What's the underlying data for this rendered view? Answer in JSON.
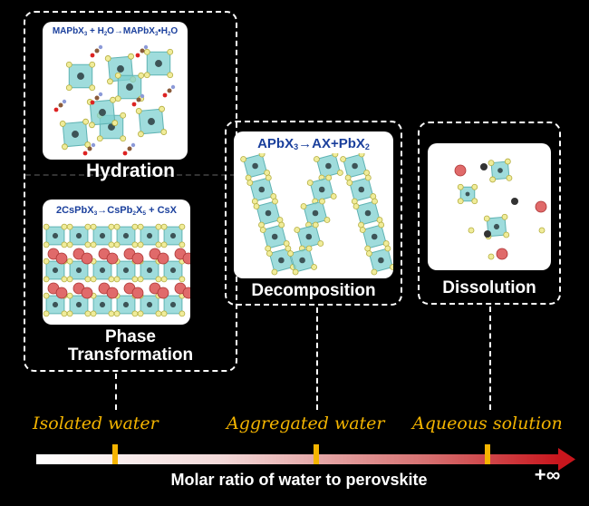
{
  "panels": {
    "hydration": {
      "equation": "MAPbX3 + H2O→MAPbX3•H2O",
      "eq_parts": [
        "MAPbX",
        "3",
        " + H",
        "2",
        "O→MAPbX",
        "3",
        "•H",
        "2",
        "O"
      ],
      "label": "Hydration"
    },
    "phase": {
      "equation": "2CsPbX3→CsPb2X5 + CsX",
      "eq_parts": [
        "2CsPbX",
        "3",
        "→CsPb",
        "2",
        "X",
        "5",
        " + CsX"
      ],
      "label_line1": "Phase",
      "label_line2": "Transformation"
    },
    "decomposition": {
      "equation": "APbX3→AX+PbX2",
      "eq_parts": [
        "APbX",
        "3",
        "→AX+PbX",
        "2"
      ],
      "label": "Decomposition"
    },
    "dissolution": {
      "label": "Dissolution"
    }
  },
  "axis": {
    "stages": [
      "Isolated water",
      "Aggregated water",
      "Aqueous solution"
    ],
    "title": "Molar ratio of water to perovskite",
    "end_label": "+∞"
  },
  "colors": {
    "equation": "#1a3f9c",
    "stage_text": "#f3b400",
    "tick": "#f5b400",
    "arrow_start": "#ffffff",
    "arrow_end": "#c8161d",
    "octahedron": "#7fd0d0",
    "halide": "#f0ec9a",
    "cation": "#e06a6a"
  }
}
